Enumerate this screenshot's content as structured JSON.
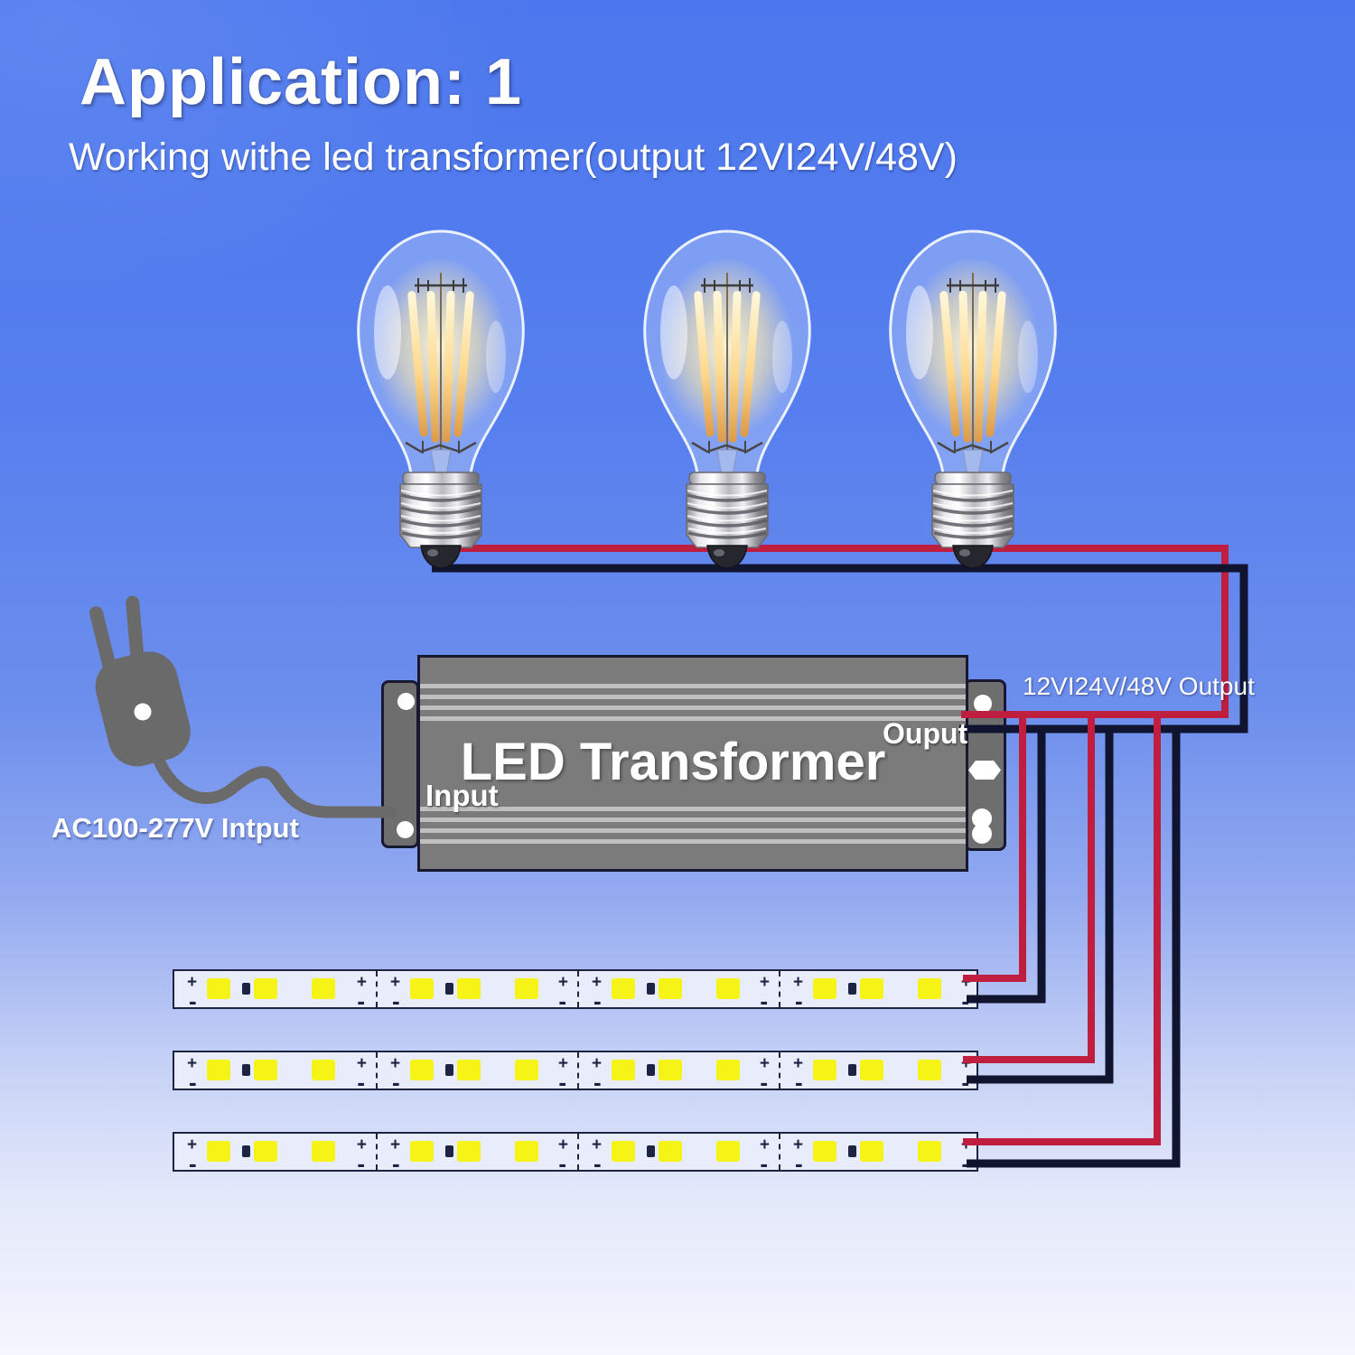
{
  "title": "Application: 1",
  "subtitle": "Working withe led transformer(output 12VI24V/48V)",
  "transformer": {
    "name": "LED Transformer",
    "input_label": "Input",
    "output_label": "Ouput"
  },
  "labels": {
    "ac_input": "AC100-277V Intput",
    "dc_output": "12VI24V/48V Output"
  },
  "bulbs": {
    "count": 3
  },
  "led_strips": {
    "count": 3,
    "segments_per_strip": 4,
    "leds_per_segment": 3,
    "positive_mark": "+",
    "negative_mark": "-"
  },
  "colors": {
    "wire_positive": "#bf1e3e",
    "wire_negative": "#10142f",
    "plug_gray": "#6a6a6a",
    "transformer_gray": "#7b7b7b",
    "led_yellow": "#f6f316",
    "strip_background": "#e9edfb",
    "background_top": "#4b77ee",
    "background_bottom": "#f4f6fd"
  }
}
